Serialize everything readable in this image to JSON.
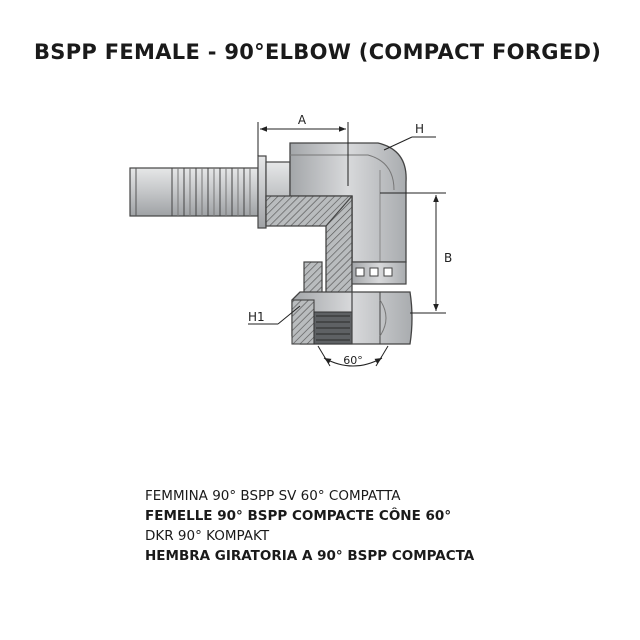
{
  "title": "BSPP FEMALE - 90°ELBOW (COMPACT FORGED)",
  "diagram": {
    "labels": {
      "a": "A",
      "b": "B",
      "h": "H",
      "h1": "H1",
      "angle": "60°"
    }
  },
  "descriptions": [
    {
      "text": "FEMMINA 90° BSPP SV 60° COMPATTA",
      "bold": false
    },
    {
      "text": "FEMELLE 90° BSPP COMPACTE CÔNE 60°",
      "bold": true
    },
    {
      "text": "DKR 90° KOMPAKT",
      "bold": false
    },
    {
      "text": "HEMBRA GIRATORIA A 90° BSPP COMPACTA",
      "bold": true
    }
  ]
}
